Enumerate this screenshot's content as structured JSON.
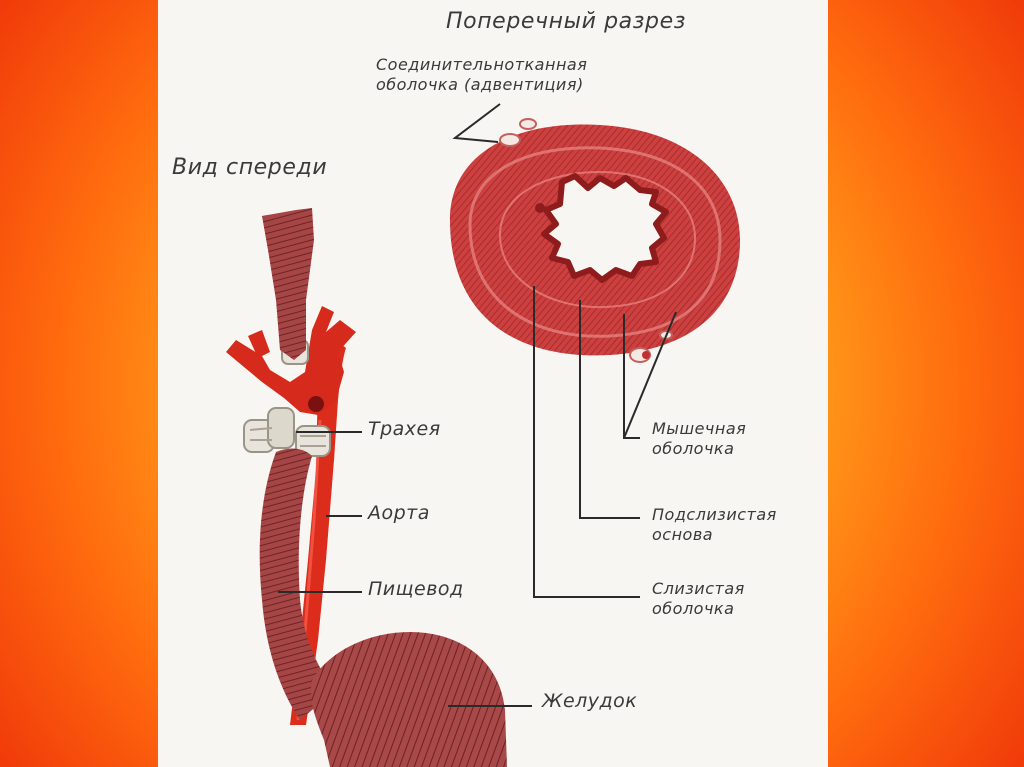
{
  "slide": {
    "titles": {
      "cross_section": "Поперечный разрез",
      "front_view": "Вид спереди"
    },
    "labels": {
      "adventitia_line1": "Соединительнотканная",
      "adventitia_line2": "оболочка (адвентиция)",
      "trachea": "Трахея",
      "aorta": "Аорта",
      "esophagus": "Пищевод",
      "stomach": "Желудок",
      "muscular_line1": "Мышечная",
      "muscular_line2": "оболочка",
      "submucosa_line1": "Подслизистая",
      "submucosa_line2": "основа",
      "mucosa_line1": "Слизистая",
      "mucosa_line2": "оболочка"
    },
    "colors": {
      "background_center": "#ffd24a",
      "background_edge": "#f03a0a",
      "panel": "#f7f6f3",
      "muscle": "#9a3a3a",
      "artery": "#dd2a1a",
      "cross_section": "#c8393a",
      "leader_lines": "#2a2a2a"
    }
  }
}
